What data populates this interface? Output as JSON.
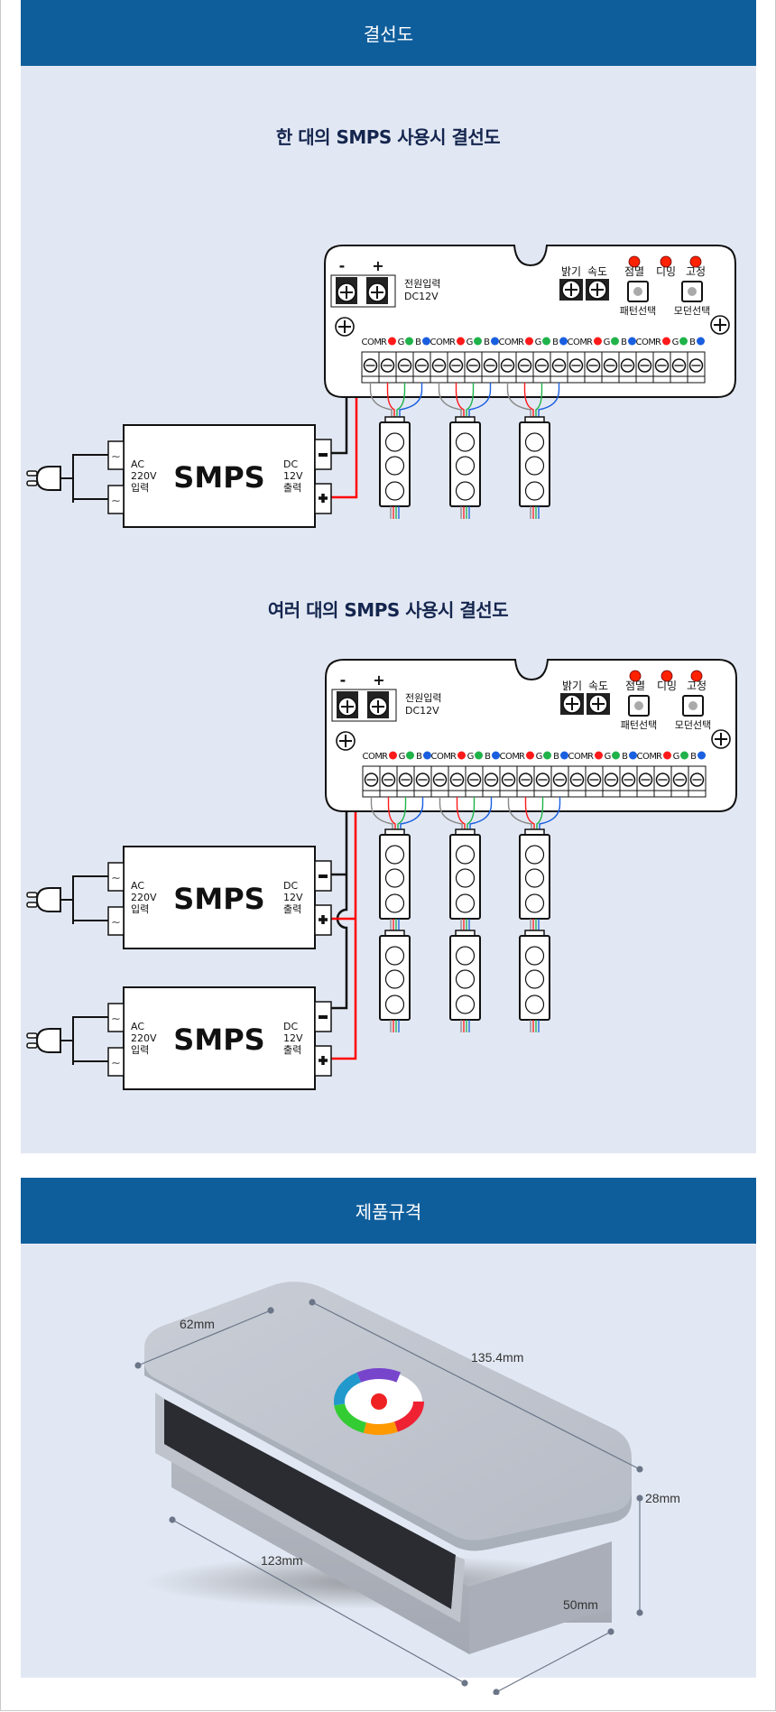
{
  "sections": {
    "wiring_header": "결선도",
    "spec_header": "제품규격"
  },
  "diagram1": {
    "title": "한 대의 SMPS 사용시 결선도",
    "smps_count": 1,
    "led_rows": 1
  },
  "diagram2": {
    "title": "여러 대의 SMPS 사용시 결선도",
    "smps_count": 2,
    "led_rows": 2
  },
  "controller": {
    "power_minus": "-",
    "power_plus": "+",
    "power_label_1": "전원입력",
    "power_label_2": "DC12V",
    "knob_brightness": "밝기",
    "knob_speed": "속도",
    "led_blink": "점멸",
    "led_dimming": "디밍",
    "led_fixed": "고정",
    "button_pattern": "패턴선택",
    "button_mode": "모던선택",
    "terminal_labels": [
      "COM",
      "R",
      "G",
      "B",
      "COM",
      "R",
      "G",
      "B",
      "COM",
      "R",
      "G",
      "B",
      "COM",
      "R",
      "G",
      "B",
      "COM",
      "R",
      "G",
      "B"
    ],
    "terminal_count": 20,
    "channel_colors": {
      "R": "#ff1a1a",
      "G": "#1fb34a",
      "B": "#1a5fe0",
      "COM": "#888888"
    }
  },
  "smps": {
    "name": "SMPS",
    "ac_label": [
      "AC",
      "220V",
      "입력"
    ],
    "dc_label": [
      "DC",
      "12V",
      "출력"
    ],
    "ac_terminal": "~",
    "dc_minus": "-",
    "dc_plus": "+"
  },
  "wire_colors": {
    "positive": "#ff0000",
    "negative": "#111111"
  },
  "spec": {
    "width_top": "62mm",
    "length_top": "135.4mm",
    "height": "28mm",
    "length_bottom": "123mm",
    "width_bottom": "50mm"
  }
}
